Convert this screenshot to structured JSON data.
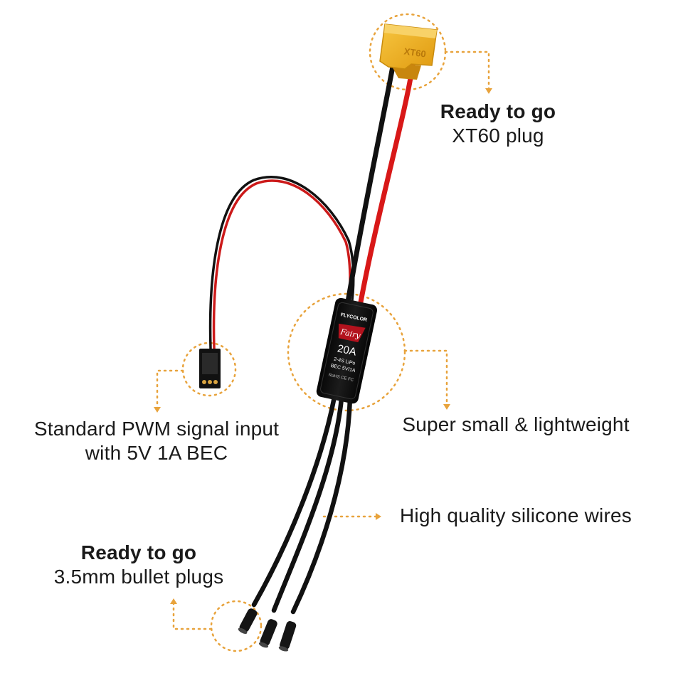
{
  "product": {
    "esc_brand": "FLYCOLOR",
    "esc_model": "Fairy",
    "esc_rating": "20A",
    "esc_spec_line1": "2-4S LiPo",
    "esc_spec_line2": "BEC 5V/1A",
    "esc_cert": "RoHS CE FC",
    "xt60_marking": "XT60"
  },
  "callouts": {
    "xt60": {
      "title": "Ready to go",
      "text": "XT60 plug"
    },
    "size": {
      "text": "Super small & lightweight"
    },
    "pwm": {
      "line1": "Standard PWM signal input",
      "line2": "with 5V 1A BEC"
    },
    "wires": {
      "text": "High quality silicone wires"
    },
    "bullet": {
      "title": "Ready to go",
      "text": "3.5mm bullet plugs"
    }
  },
  "colors": {
    "accent_dotted": "#e8a33c",
    "xt60_body": "#f2b21c",
    "wire_red": "#d81818",
    "wire_black": "#111111"
  }
}
